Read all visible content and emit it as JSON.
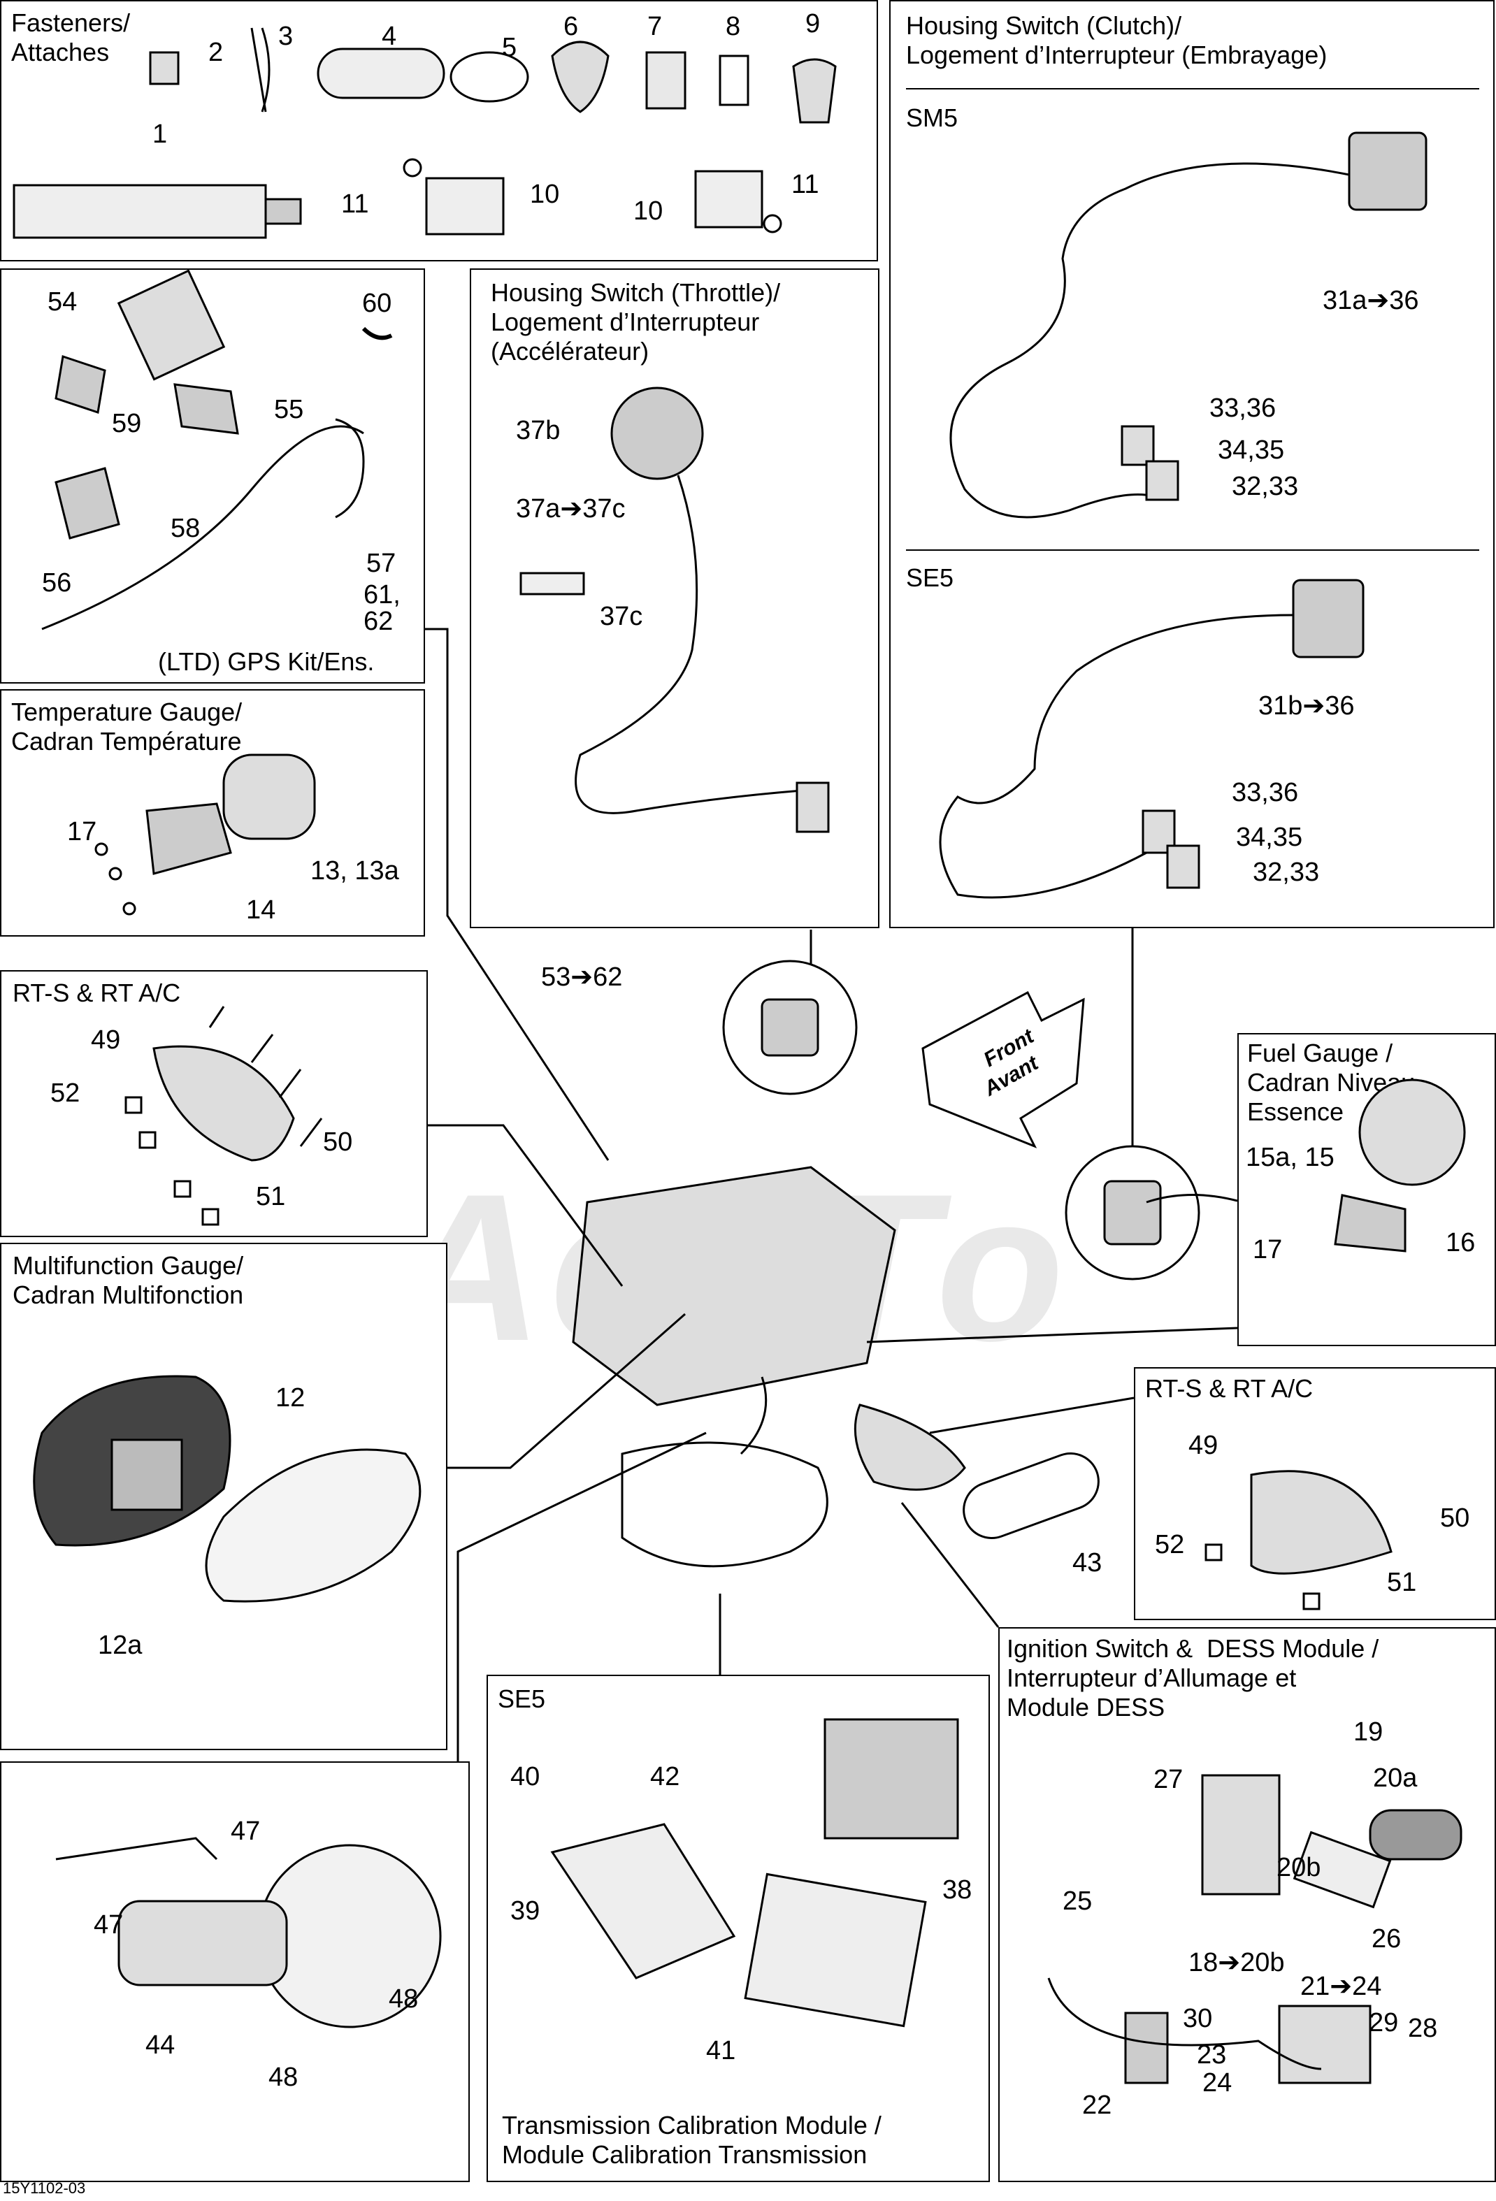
{
  "watermark": "AehTo",
  "footer_code": "15Y1102-03",
  "front": {
    "line1": "Front",
    "line2": "Avant"
  },
  "panels": {
    "fasteners": {
      "title": "Fasteners/\nAttaches",
      "labels": [
        "1",
        "2",
        "3",
        "4",
        "5",
        "6",
        "7",
        "8",
        "9",
        "10",
        "10",
        "11",
        "11"
      ]
    },
    "gps": {
      "title": "(LTD) GPS Kit/Ens.",
      "labels": [
        "54",
        "55",
        "56",
        "57",
        "58",
        "59",
        "60",
        "61,\n62"
      ]
    },
    "throttle": {
      "title": "Housing Switch (Throttle)/\nLogement d’Interrupteur\n(Accélérateur)",
      "labels": [
        "37b",
        "37a➔37c",
        "37c"
      ]
    },
    "clutch": {
      "title": "Housing Switch (Clutch)/\nLogement d’Interrupteur (Embrayage)",
      "sm5": "SM5",
      "se5": "SE5",
      "labels_sm5": [
        "31a➔36",
        "33,36",
        "34,35",
        "32,33"
      ],
      "labels_se5": [
        "31b➔36",
        "33,36",
        "34,35",
        "32,33"
      ]
    },
    "temperature": {
      "title": "Temperature Gauge/\nCadran Température",
      "labels": [
        "17",
        "13, 13a",
        "14"
      ]
    },
    "rts_left": {
      "title": "RT-S & RT A/C",
      "labels": [
        "49",
        "52",
        "50",
        "51"
      ]
    },
    "multifunction": {
      "title": "Multifunction Gauge/\nCadran Multifonction",
      "labels": [
        "12",
        "12a"
      ]
    },
    "fuel": {
      "title": "Fuel Gauge /\nCadran Niveau\nEssence",
      "labels": [
        "15a, 15",
        "16",
        "17"
      ]
    },
    "rts_right": {
      "title": "RT-S & RT A/C",
      "labels": [
        "49",
        "50",
        "52",
        "51"
      ]
    },
    "ignition": {
      "title": "Ignition Switch &  DESS Module /\nInterrupteur d’Allumage et\nModule DESS",
      "labels": [
        "19",
        "27",
        "20a",
        "20b",
        "25",
        "26",
        "18➔20b",
        "21➔24",
        "30",
        "29",
        "28",
        "23",
        "24",
        "22"
      ]
    },
    "se5_tcm": {
      "title": "SE5",
      "footer": "Transmission Calibration Module /\nModule Calibration Transmission",
      "labels": [
        "40",
        "42",
        "39",
        "38",
        "41"
      ]
    },
    "motor": {
      "labels": [
        "47",
        "47",
        "48",
        "48",
        "44"
      ]
    }
  },
  "center": {
    "labels": [
      "53➔62",
      "43"
    ]
  }
}
